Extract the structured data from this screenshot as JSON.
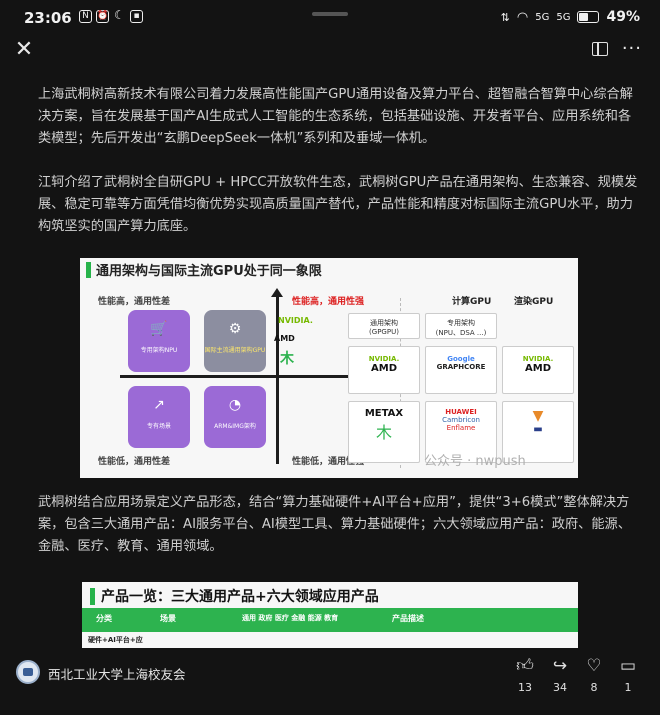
{
  "status_bar": {
    "time": "23:06",
    "battery": "49%",
    "battery_fraction": 0.49,
    "signal_labels": [
      "5G",
      "5G"
    ]
  },
  "toolbar": {
    "close_icon": "close-icon",
    "reader_icon": "sidebar-icon",
    "more_icon": "more-icon"
  },
  "article": {
    "paragraphs": [
      "上海武桐树高新技术有限公司着力发展高性能国产GPU通用设备及算力平台、超智融合智算中心综合解决方案，旨在发展基于国产AI生成式人工智能的生态系统，包括基础设施、开发者平台、应用系统和各类模型；先后开发出“玄鹏DeepSeek一体机”系列和及垂域一体机。",
      "江轲介绍了武桐树全自研GPU + HPCC开放软件生态，武桐树GPU产品在通用架构、生态兼容、规模发展、稳定可靠等方面凭借均衡优势实现高质量国产替代，产品性能和精度对标国际主流GPU水平，助力构筑坚实的国产算力底座。",
      "武桐树结合应用场景定义产品形态，结合“算力基础硬件+AI平台+应用”，提供“3+6模式”整体解决方案，包含三大通用产品：AI服务平台、AI模型工具、算力基础硬件；六大领域应用产品：政府、能源、金融、医疗、教育、通用领域。"
    ]
  },
  "figure1": {
    "title": "通用架构与国际主流GPU处于同一象限",
    "q_top_left_label": "性能高，通用性差",
    "q_top_right_label": "性能高，通用性强",
    "q_bottom_left_label": "性能低，通用性差",
    "q_bottom_right_label": "性能低，通用性强",
    "quad_tl": "专用架构NPU",
    "quad_tr": "国际主流通用架构GPU",
    "quad_bl": "专有场景",
    "quad_br": "ARM&IMG架构",
    "compute_gpu": "计算GPU",
    "render_gpu": "渲染GPU",
    "box_gpgpu_1": "通用架构",
    "box_gpgpu_2": "(GPGPU)",
    "box_npu_1": "专用架构",
    "box_npu_2": "(NPU、DSA ...)",
    "brand_nvidia": "NVIDIA.",
    "brand_amd": "AMD",
    "brand_google": "Google",
    "brand_graphcore": "GRAPHCORE",
    "brand_metax": "METAX",
    "brand_huawei": "HUAWEI",
    "brand_cambricon": "Cambricon",
    "brand_enflame": "Enflame",
    "watermark": "公众号 · nwpush"
  },
  "figure2": {
    "title": "产品一览：三大通用产品+六大领域应用产品",
    "col_category": "分类",
    "col_scene": "场景",
    "col_domains": "通用 政府 医疗 金融 能源 教育",
    "col_desc": "产品描述",
    "row_first": "硬件+AI平台+应"
  },
  "bottom_bar": {
    "account_name": "西北工业大学上海校友会",
    "like_count": "13",
    "share_count": "34",
    "favorite_count": "8",
    "comment_count": "1"
  }
}
